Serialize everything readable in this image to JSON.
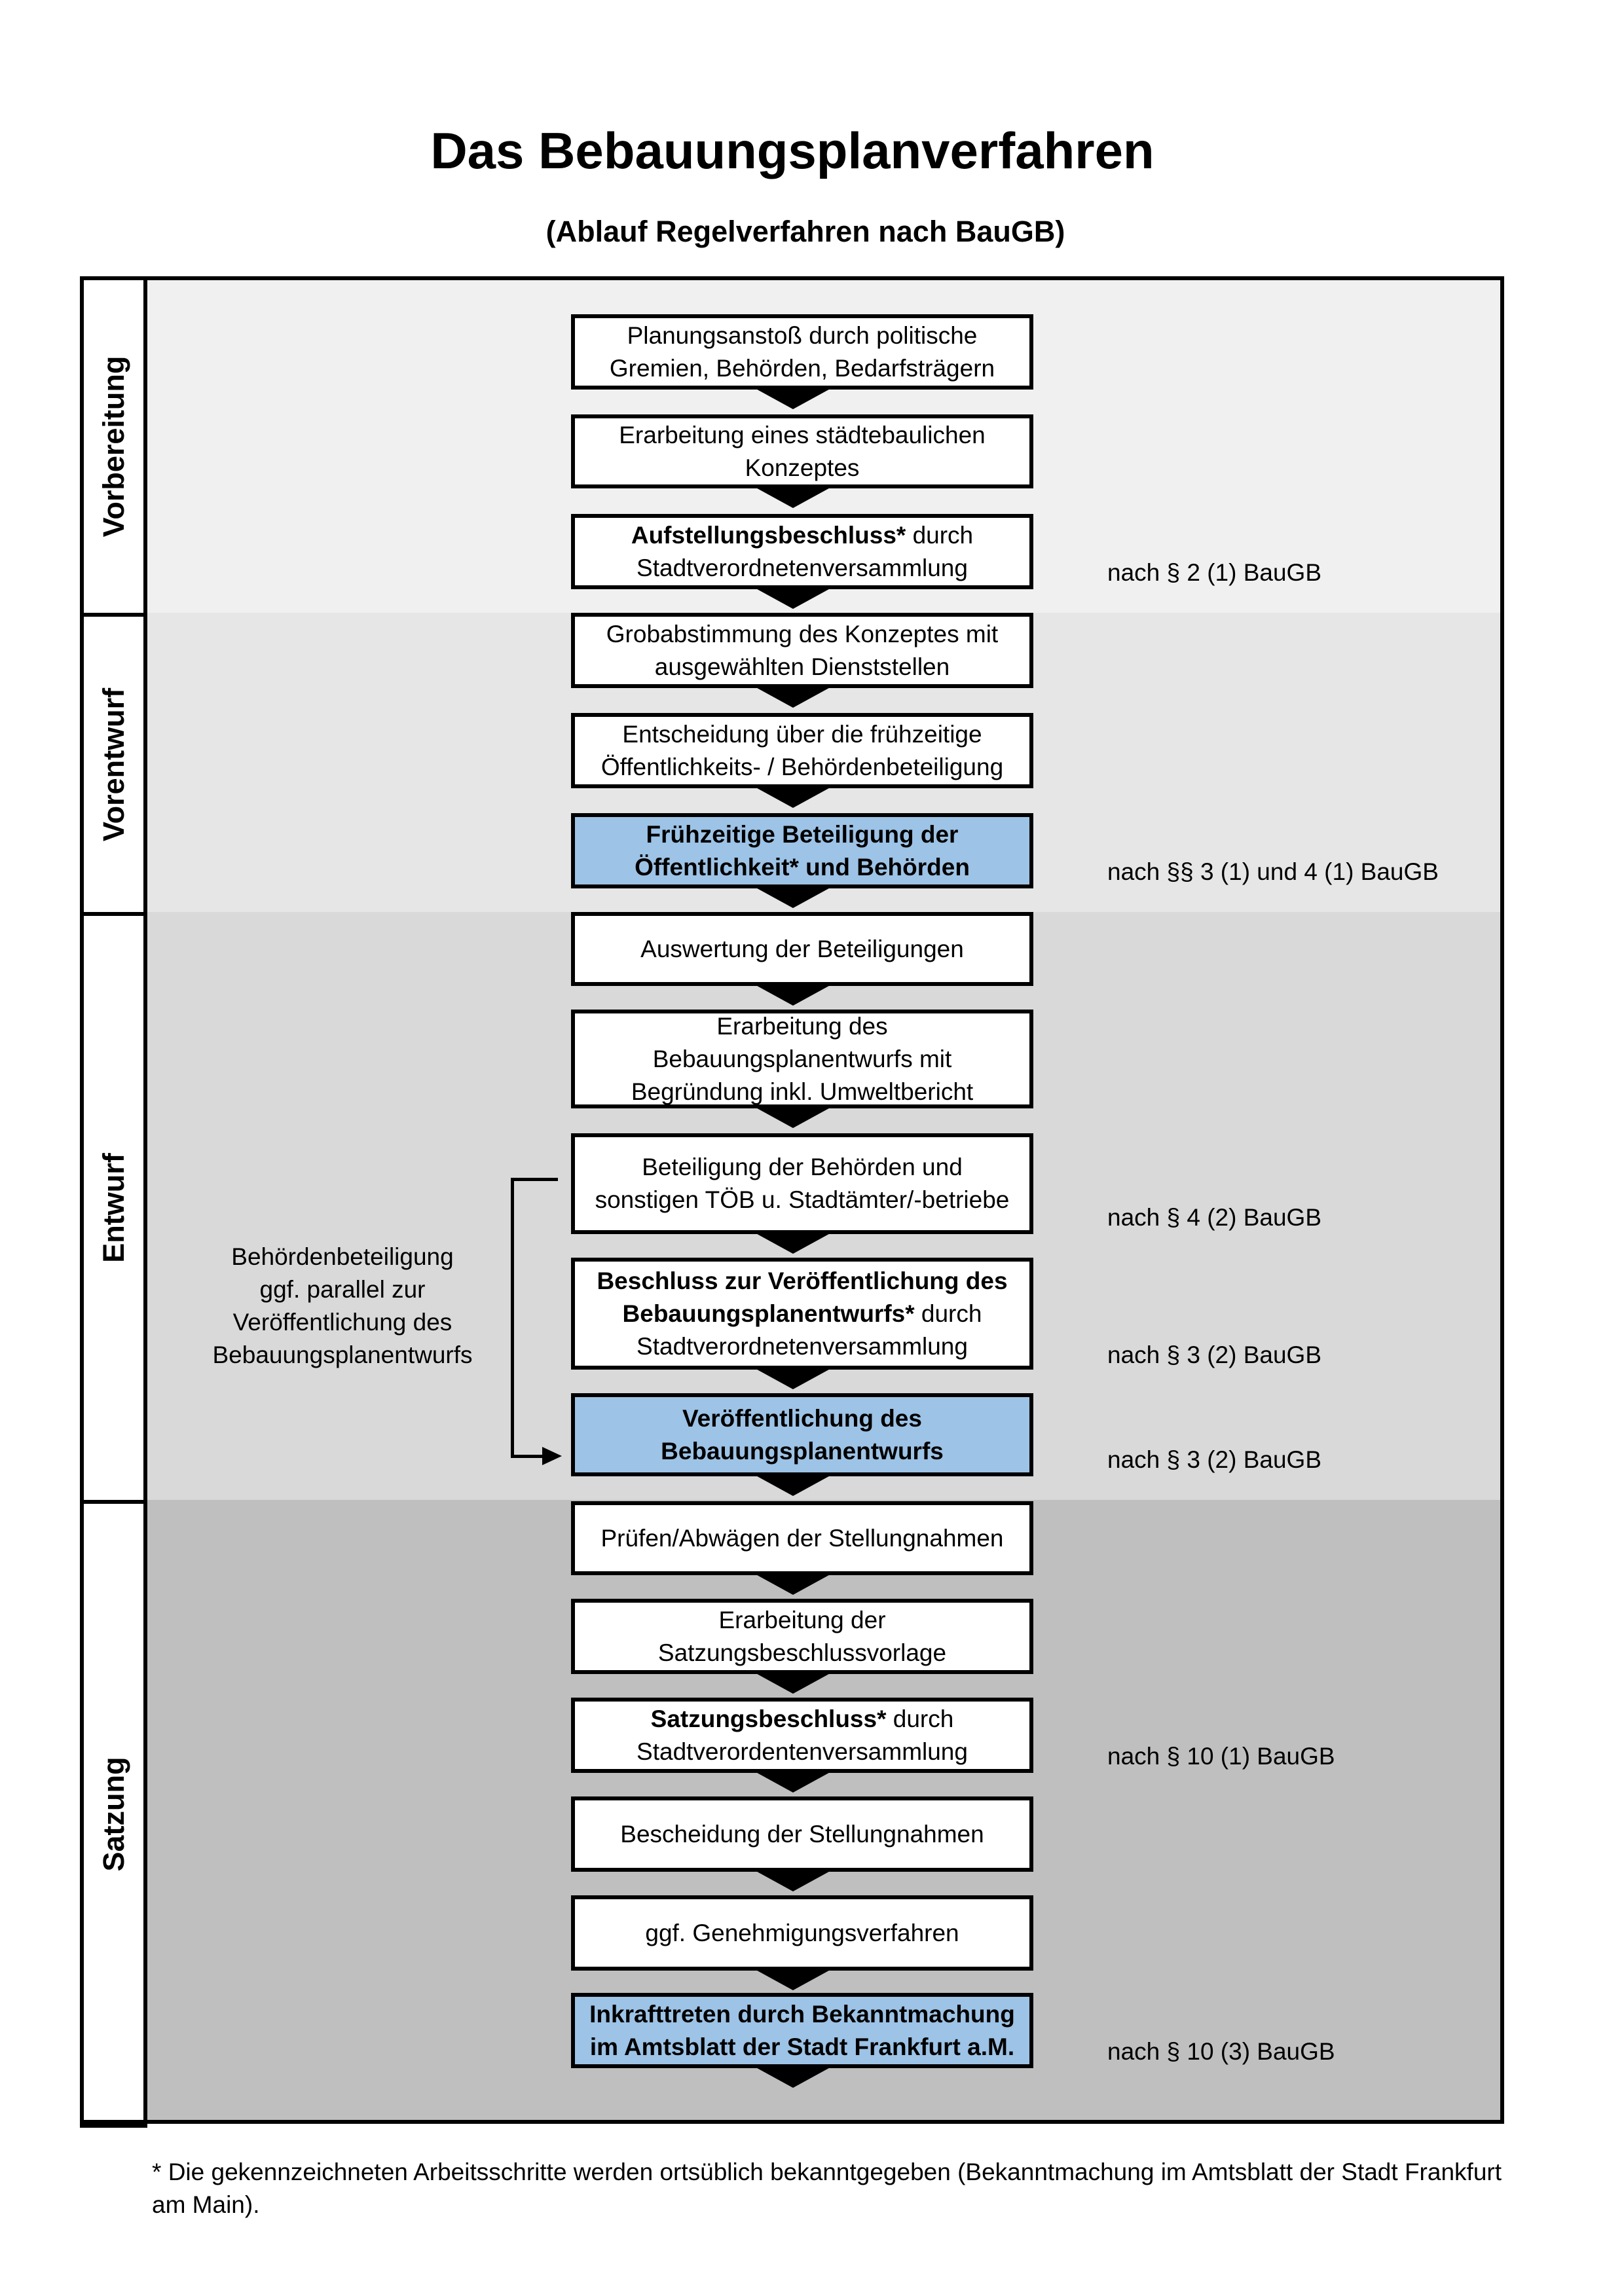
{
  "title": "Das Bebauungsplanverfahren",
  "subtitle": "(Ablauf Regelverfahren nach BauGB)",
  "colors": {
    "vorbereitung": "#f0f0f0",
    "vorentwurf": "#e6e6e6",
    "entwurf": "#d9d9d9",
    "satzung": "#bfbfbf",
    "highlight": "#9dc3e6"
  },
  "phases": [
    {
      "label": "Vorbereitung"
    },
    {
      "label": "Vorentwurf"
    },
    {
      "label": "Entwurf"
    },
    {
      "label": "Satzung"
    }
  ],
  "steps": [
    {
      "lines": [
        {
          "text": "Planungsanstoß durch politische"
        },
        {
          "text": "Gremien, Behörden, Bedarfsträgern"
        }
      ]
    },
    {
      "lines": [
        {
          "text": "Erarbeitung eines städtebaulichen"
        },
        {
          "text": "Konzeptes"
        }
      ]
    },
    {
      "lines": [
        {
          "bold": "Aufstellungsbeschluss*",
          "text": " durch"
        },
        {
          "text": "Stadtverordnetenversammlung"
        }
      ]
    },
    {
      "lines": [
        {
          "text": "Grobabstimmung des Konzeptes mit"
        },
        {
          "text": "ausgewählten Dienststellen"
        }
      ]
    },
    {
      "lines": [
        {
          "text": "Entscheidung über die frühzeitige"
        },
        {
          "text": "Öffentlichkeits- / Behördenbeteiligung"
        }
      ]
    },
    {
      "highlight": true,
      "lines": [
        {
          "bold": "Frühzeitige Beteiligung der"
        },
        {
          "bold": "Öffentlichkeit* und Behörden"
        }
      ]
    },
    {
      "lines": [
        {
          "text": "Auswertung der Beteiligungen"
        }
      ]
    },
    {
      "lines": [
        {
          "text": "Erarbeitung des"
        },
        {
          "text": "Bebauungsplanentwurfs mit"
        },
        {
          "text": "Begründung inkl. Umweltbericht"
        }
      ]
    },
    {
      "lines": [
        {
          "text": "Beteiligung der Behörden und"
        },
        {
          "text": "sonstigen TÖB u. Stadtämter/-betriebe"
        }
      ]
    },
    {
      "lines": [
        {
          "bold": "Beschluss zur Veröffentlichung des"
        },
        {
          "bold": "Bebauungsplanentwurfs*",
          "text": " durch"
        },
        {
          "text": "Stadtverordnetenversammlung"
        }
      ]
    },
    {
      "highlight": true,
      "lines": [
        {
          "bold": "Veröffentlichung des"
        },
        {
          "bold": "Bebauungsplanentwurfs"
        }
      ]
    },
    {
      "lines": [
        {
          "text": "Prüfen/Abwägen der Stellungnahmen"
        }
      ]
    },
    {
      "lines": [
        {
          "text": "Erarbeitung der"
        },
        {
          "text": "Satzungsbeschlussvorlage"
        }
      ]
    },
    {
      "lines": [
        {
          "bold": "Satzungsbeschluss*",
          "text": " durch"
        },
        {
          "text": "Stadtverordentenversammlung"
        }
      ]
    },
    {
      "lines": [
        {
          "text": "Bescheidung der Stellungnahmen"
        }
      ]
    },
    {
      "lines": [
        {
          "text": "ggf. Genehmigungsverfahren"
        }
      ]
    },
    {
      "highlight": true,
      "lines": [
        {
          "bold": "Inkrafttreten",
          "text": " durch Bekanntmachung"
        },
        {
          "text": "im Amtsblatt der Stadt Frankfurt a.M."
        }
      ]
    }
  ],
  "notes": [
    "nach § 2 (1) BauGB",
    "nach §§ 3 (1) und 4 (1) BauGB",
    "nach § 4 (2) BauGB",
    "nach § 3 (2) BauGB",
    "nach § 3 (2) BauGB",
    "nach § 10 (1) BauGB",
    "nach § 10 (3) BauGB"
  ],
  "side_note": [
    "Behördenbeteiligung",
    "ggf. parallel zur",
    "Veröffentlichung des",
    "Bebauungsplanentwurfs"
  ],
  "footnote": "* Die gekennzeichneten Arbeitsschritte werden ortsüblich bekanntgegeben (Bekanntmachung im Amtsblatt  der Stadt Frankfurt am Main)."
}
